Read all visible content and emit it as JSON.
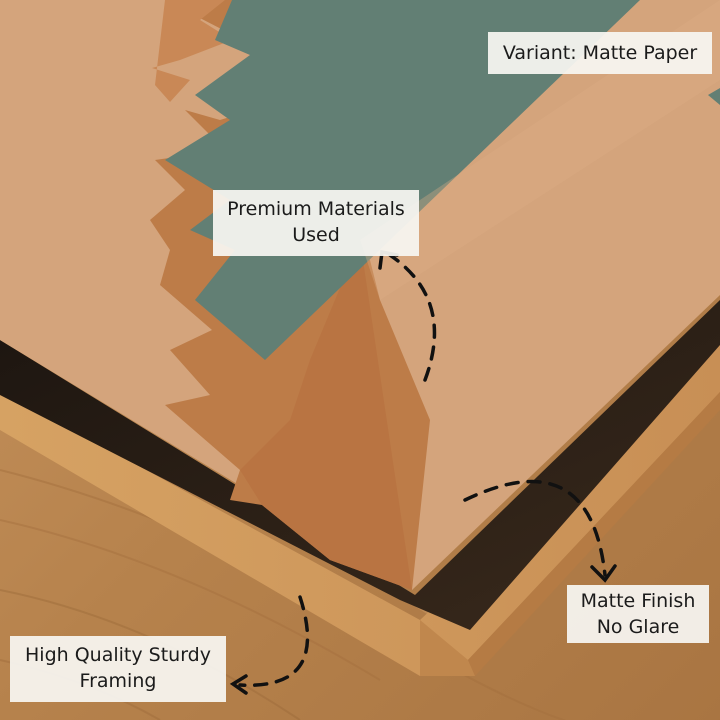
{
  "image": {
    "description_icons": [
      "wood-floor",
      "framed-poster-corner",
      "dashed-arrow"
    ],
    "colors": {
      "poster_base": "#d4a47c",
      "poster_brown": "#bd7c48",
      "poster_teal": "#627f74",
      "wood": "#b98a55",
      "frame": "#d09a5e",
      "label_bg": "#f7f5f1"
    }
  },
  "callouts": {
    "variant": {
      "text": "Variant: Matte Paper"
    },
    "premium": {
      "line1": "Premium Materials",
      "line2": "Used"
    },
    "matte": {
      "line1": "Matte Finish",
      "line2": "No Glare"
    },
    "framing": {
      "line1": "High Quality Sturdy",
      "line2": "Framing"
    }
  }
}
